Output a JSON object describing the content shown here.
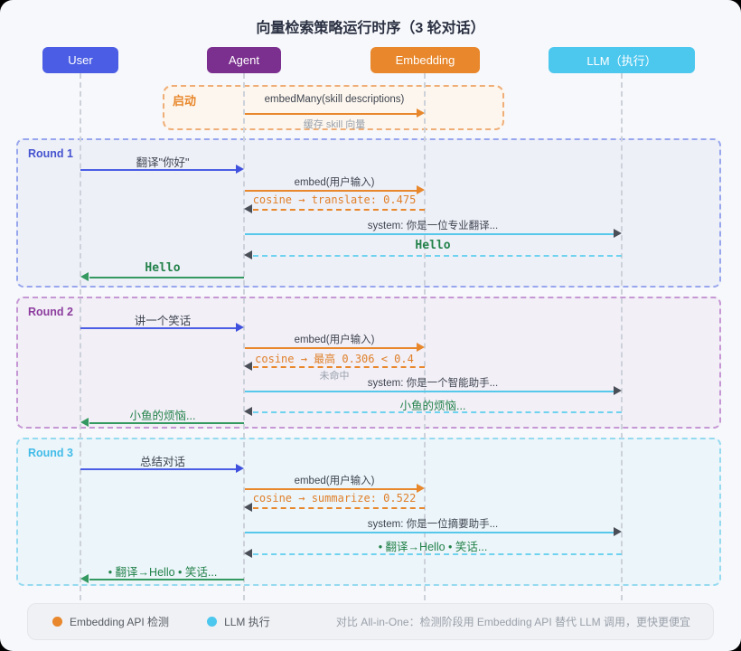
{
  "title": "向量检索策略运行时序（3 轮对话）",
  "actors": [
    {
      "name": "User",
      "color": "#4a5de4"
    },
    {
      "name": "Agent",
      "color": "#7b2f8f"
    },
    {
      "name": "Embedding",
      "color": "#e8872b"
    },
    {
      "name": "LLM（执行）",
      "color": "#4cc7ee"
    }
  ],
  "startup": {
    "label": "启动",
    "message": "embedMany(skill descriptions)",
    "note": "缓存 skill 向量"
  },
  "rounds": [
    {
      "label": "Round 1",
      "user_message": "翻译\"你好\"",
      "embed_call": "embed(用户输入)",
      "embed_result": "cosine → translate: 0.475",
      "llm_call": "system: 你是一位专业翻译...",
      "llm_response": "Hello",
      "user_response": "Hello"
    },
    {
      "label": "Round 2",
      "user_message": "讲一个笑话",
      "embed_call": "embed(用户输入)",
      "embed_result": "cosine → 最高 0.306 < 0.4",
      "embed_note": "未命中",
      "llm_call": "system: 你是一个智能助手...",
      "llm_response": "小鱼的烦恼...",
      "user_response": "小鱼的烦恼..."
    },
    {
      "label": "Round 3",
      "user_message": "总结对话",
      "embed_call": "embed(用户输入)",
      "embed_result": "cosine → summarize: 0.522",
      "llm_call": "system: 你是一位摘要助手...",
      "llm_response": "• 翻译→Hello • 笑话...",
      "user_response": "• 翻译→Hello • 笑话..."
    }
  ],
  "legend": {
    "items": [
      {
        "label": "Embedding API 检测",
        "color": "#e8872b"
      },
      {
        "label": "LLM 执行",
        "color": "#4cc7ee"
      }
    ],
    "note": "对比 All-in-One：检测阶段用 Embedding API 替代 LLM 调用，更快更便宜"
  },
  "colors": {
    "round1_label": "#4553cf",
    "round2_label": "#8d3d9e",
    "round3_label": "#41bce8",
    "arrow_blue": "#4a5de4",
    "arrow_orange": "#e8872b",
    "arrow_cyan": "#56c8ea",
    "arrow_green": "#339960",
    "result_text_orange": "#e0802a",
    "response_text_green": "#23824a"
  }
}
